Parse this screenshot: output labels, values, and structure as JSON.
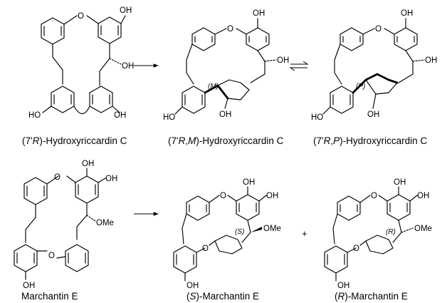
{
  "atoms": {
    "o": "O",
    "oh": "OH",
    "ho": "HO",
    "ome": "OMe",
    "mirror": "(M)",
    "plus_p": "(P)",
    "s": "(S)",
    "r": "(R)"
  },
  "captions": {
    "c1": {
      "open": "(7'",
      "it1": "R",
      "close": ")-Hydroxyriccardin C"
    },
    "c2": {
      "open": "(7'",
      "it1": "R",
      "comma": ",",
      "it2": "M",
      "close": ")-Hydroxyriccardin C"
    },
    "c3": {
      "open": "(7'",
      "it1": "R",
      "comma": ",",
      "it2": "P",
      "close": ")-Hydroxyriccardin C"
    },
    "c4": "Marchantin E",
    "c5": {
      "open": "(",
      "it": "S",
      "close": ")-Marchantin E"
    },
    "c6": {
      "open": "(",
      "it": "R",
      "close": ")-Marchantin E"
    }
  },
  "plus_sign": "+"
}
